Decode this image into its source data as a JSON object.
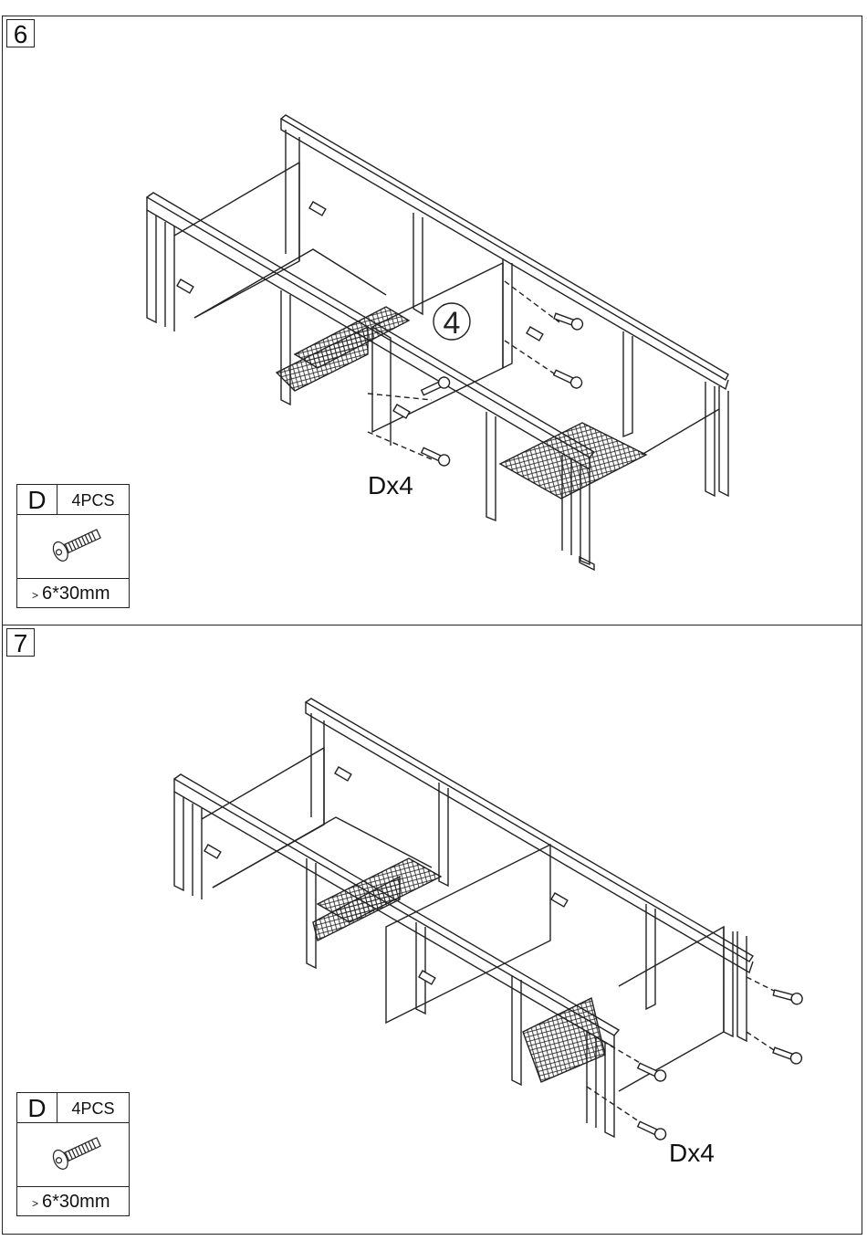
{
  "steps": [
    {
      "number": "6",
      "quantity_label": "Dx4",
      "callout": "4",
      "part": {
        "letter": "D",
        "count": "4PCS",
        "spec_marker": ">",
        "spec": "6*30mm",
        "icon": "bolt-icon"
      }
    },
    {
      "number": "7",
      "quantity_label": "Dx4",
      "part": {
        "letter": "D",
        "count": "4PCS",
        "spec_marker": ">",
        "spec": "6*30mm",
        "icon": "bolt-icon"
      }
    }
  ],
  "colors": {
    "line": "#222222",
    "background": "#ffffff"
  }
}
